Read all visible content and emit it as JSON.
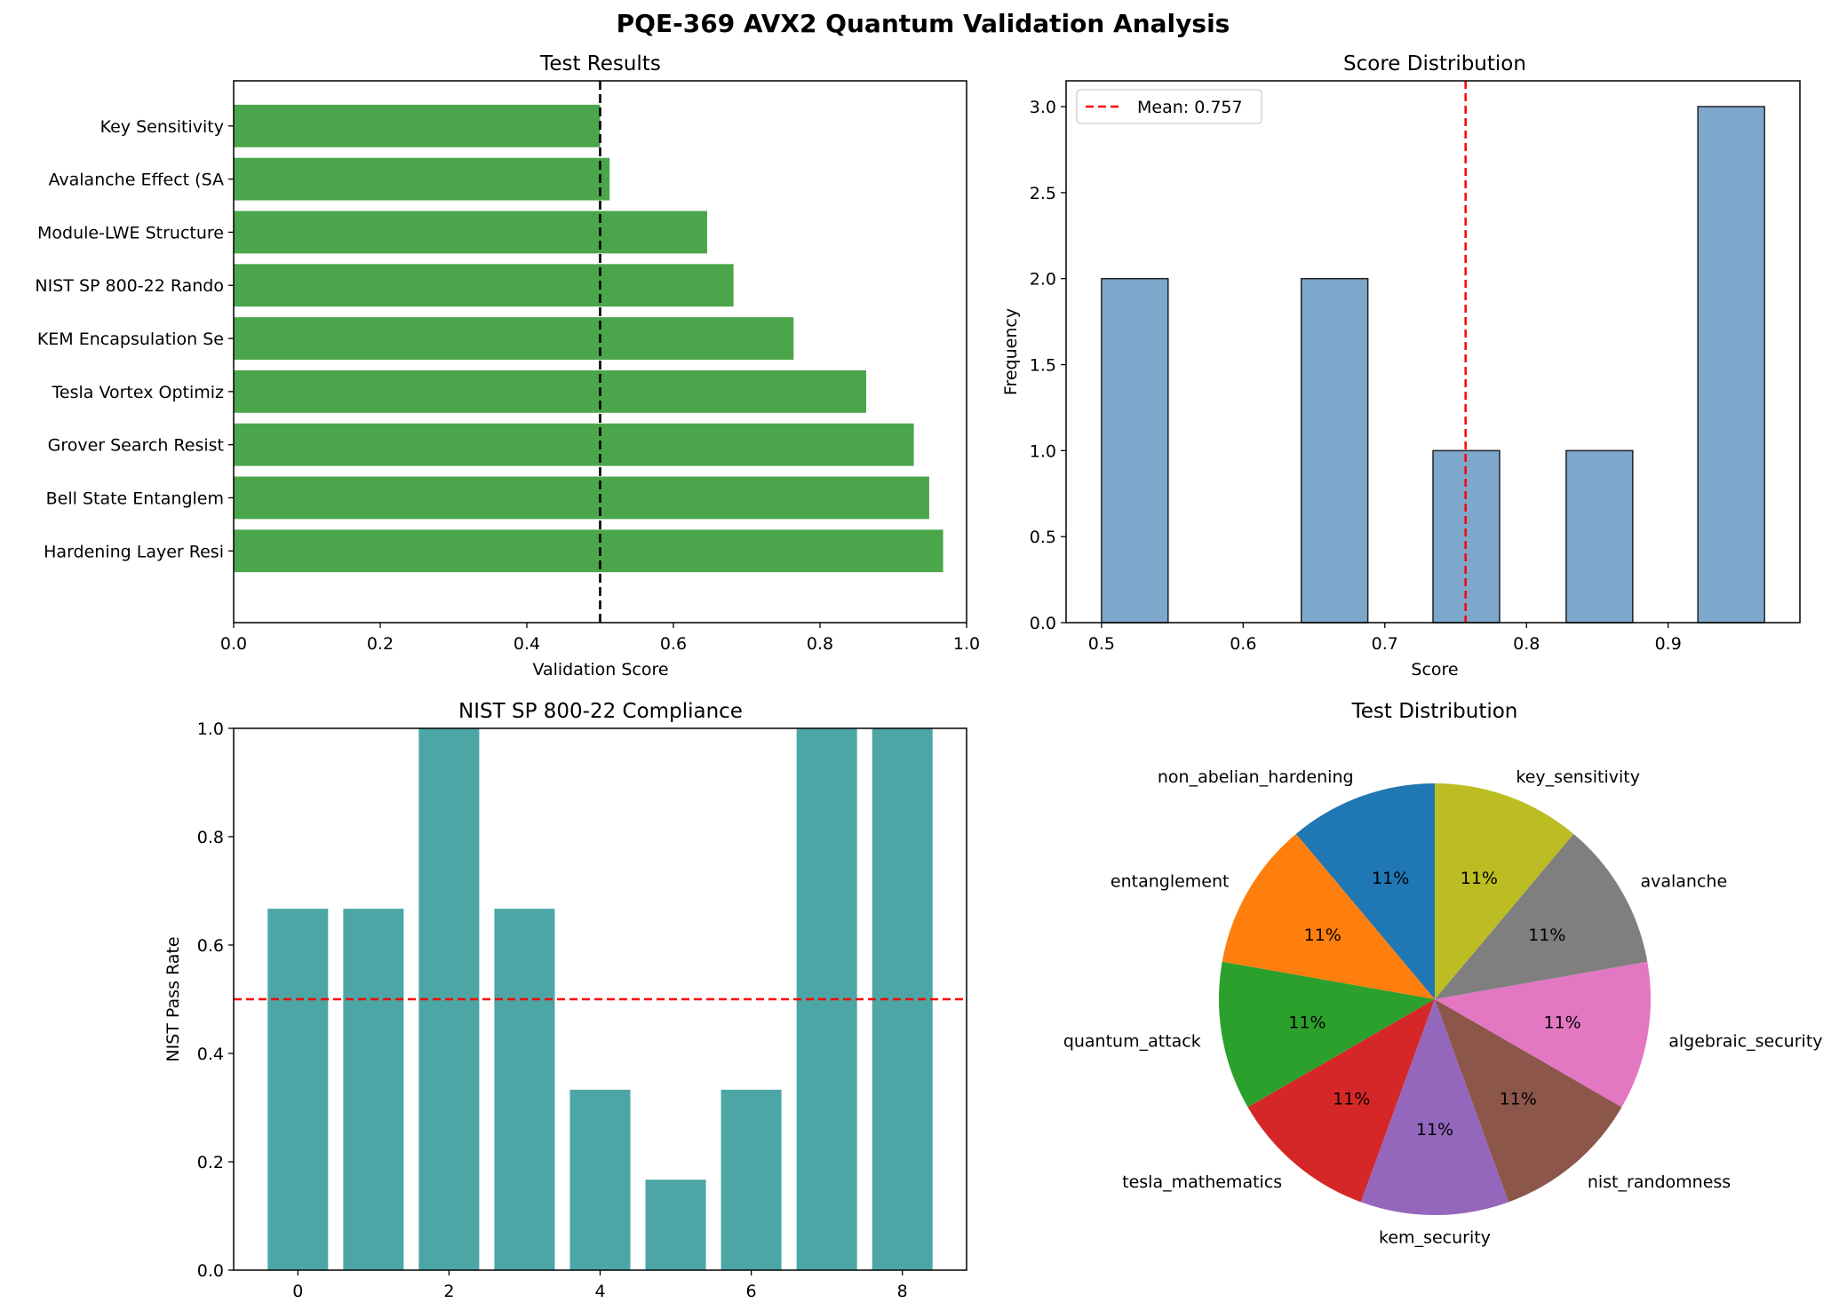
{
  "suptitle": "PQE-369 AVX2 Quantum Validation Analysis",
  "chart_data": [
    {
      "type": "bar",
      "orientation": "horizontal",
      "title": "Test Results",
      "xlabel": "Validation Score",
      "ylabel": "",
      "xlim": [
        0,
        1.0
      ],
      "xticks": [
        "0.0",
        "0.2",
        "0.4",
        "0.6",
        "0.8",
        "1.0"
      ],
      "categories": [
        "Hardening Layer Resi",
        "Bell State Entanglem",
        "Grover Search Resist",
        "Tesla Vortex Optimiz",
        "KEM Encapsulation Se",
        "NIST SP 800-22 Rando",
        "Module-LWE Structure",
        "Avalanche Effect (SA",
        "Key Sensitivity"
      ],
      "values": [
        0.968,
        0.949,
        0.928,
        0.863,
        0.764,
        0.682,
        0.646,
        0.513,
        0.5
      ],
      "threshold": 0.5,
      "bar_color": "#4ba64b",
      "threshold_color": "#000000"
    },
    {
      "type": "bar",
      "subtype": "histogram",
      "title": "Score Distribution",
      "xlabel": "Score",
      "ylabel": "Frequency",
      "xlim": [
        0.475,
        0.993
      ],
      "ylim": [
        0,
        3.15
      ],
      "xticks": [
        "0.5",
        "0.6",
        "0.7",
        "0.8",
        "0.9"
      ],
      "yticks": [
        "0.0",
        "0.5",
        "1.0",
        "1.5",
        "2.0",
        "2.5",
        "3.0"
      ],
      "bins": [
        {
          "start": 0.5,
          "end": 0.547,
          "count": 2
        },
        {
          "start": 0.547,
          "end": 0.594,
          "count": 0
        },
        {
          "start": 0.594,
          "end": 0.641,
          "count": 0
        },
        {
          "start": 0.641,
          "end": 0.688,
          "count": 2
        },
        {
          "start": 0.688,
          "end": 0.734,
          "count": 0
        },
        {
          "start": 0.734,
          "end": 0.781,
          "count": 1
        },
        {
          "start": 0.781,
          "end": 0.828,
          "count": 0
        },
        {
          "start": 0.828,
          "end": 0.875,
          "count": 1
        },
        {
          "start": 0.875,
          "end": 0.921,
          "count": 0
        },
        {
          "start": 0.921,
          "end": 0.968,
          "count": 3
        }
      ],
      "mean": 0.757,
      "legend": "Mean: 0.757",
      "legend_position": "top-left",
      "bar_color": "#7ea7cc",
      "mean_color": "#ff0000"
    },
    {
      "type": "bar",
      "title": "NIST SP 800-22 Compliance",
      "xlabel": "",
      "ylabel": "NIST Pass Rate",
      "xlim": [
        -0.85,
        8.85
      ],
      "ylim": [
        0,
        1.0
      ],
      "xticks": [
        "0",
        "2",
        "4",
        "6",
        "8"
      ],
      "yticks": [
        "0.0",
        "0.2",
        "0.4",
        "0.6",
        "0.8",
        "1.0"
      ],
      "categories": [
        0,
        1,
        2,
        3,
        4,
        5,
        6,
        7,
        8
      ],
      "values": [
        0.667,
        0.667,
        1.0,
        0.667,
        0.333,
        0.167,
        0.333,
        1.0,
        1.0
      ],
      "threshold": 0.5,
      "bar_color": "#4ca6a6",
      "threshold_color": "#ff0000"
    },
    {
      "type": "pie",
      "title": "Test Distribution",
      "slices": [
        {
          "label": "non_abelian_hardening",
          "value": 1,
          "pct": "11%",
          "color": "#1f77b4"
        },
        {
          "label": "entanglement",
          "value": 1,
          "pct": "11%",
          "color": "#ff7f0e"
        },
        {
          "label": "quantum_attack",
          "value": 1,
          "pct": "11%",
          "color": "#2ca02c"
        },
        {
          "label": "tesla_mathematics",
          "value": 1,
          "pct": "11%",
          "color": "#d62728"
        },
        {
          "label": "kem_security",
          "value": 1,
          "pct": "11%",
          "color": "#9467bd"
        },
        {
          "label": "nist_randomness",
          "value": 1,
          "pct": "11%",
          "color": "#8c564b"
        },
        {
          "label": "algebraic_security",
          "value": 1,
          "pct": "11%",
          "color": "#e377c2"
        },
        {
          "label": "avalanche",
          "value": 1,
          "pct": "11%",
          "color": "#7f7f7f"
        },
        {
          "label": "key_sensitivity",
          "value": 1,
          "pct": "11%",
          "color": "#bcbd22"
        }
      ]
    }
  ]
}
